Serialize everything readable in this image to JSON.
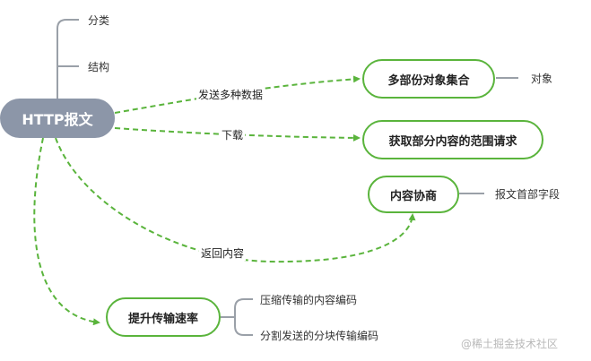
{
  "root": {
    "label": "HTTP报文"
  },
  "branches": {
    "classify": "分类",
    "structure": "结构"
  },
  "nodes": {
    "multipart": "多部份对象集合",
    "range": "获取部分内容的范围请求",
    "negotiation": "内容协商",
    "speed": "提升传输速率"
  },
  "leaves": {
    "object": "对象",
    "header_fields": "报文首部字段",
    "compress": "压缩传输的内容编码",
    "chunked": "分割发送的分块传输编码"
  },
  "edge_labels": {
    "send_multiple": "发送多种数据",
    "download": "下载",
    "return_content": "返回内容"
  },
  "watermark": "@稀土掘金技术社区",
  "colors": {
    "green": "#5ab43c",
    "gray": "#8c96a8",
    "line": "#9aa0a8"
  }
}
